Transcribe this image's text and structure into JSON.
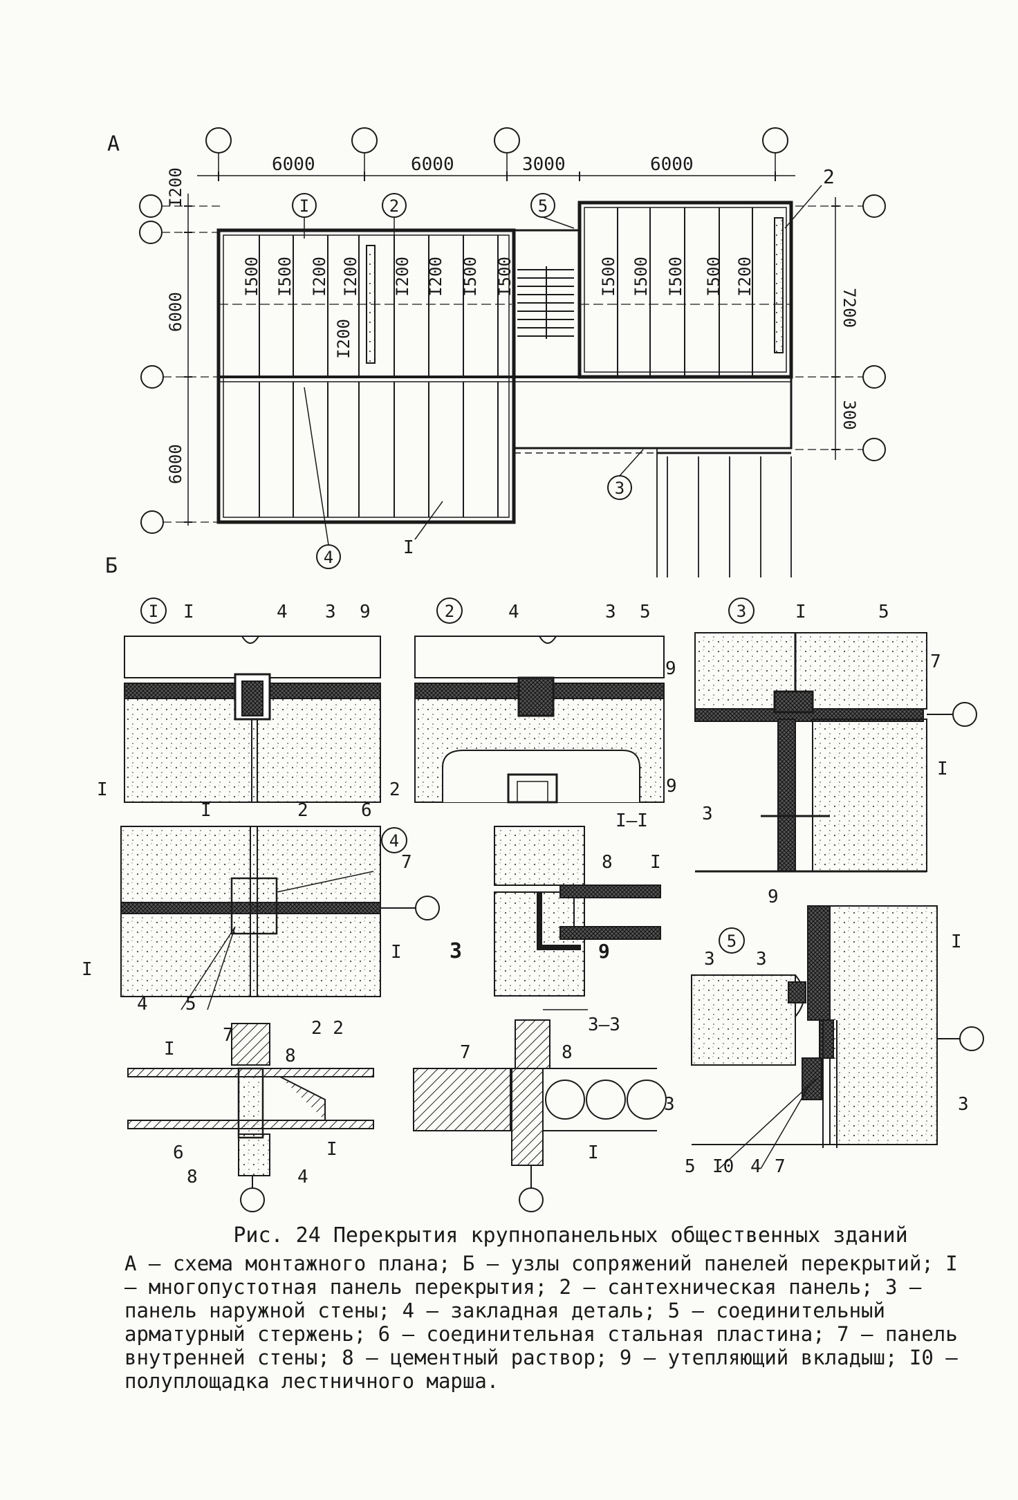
{
  "figure": {
    "title": "Рис. 24 Перекрытия крупнопанельных общественных зданий",
    "legend": "А – схема монтажного плана; Б – узлы сопряжений панелей перекрытий; I – многопустотная панель перекрытия; 2 – сантехническая панель; 3 – панель наружной стены; 4 – закладная деталь; 5 – соединительный арматурный стержень; 6 – соединительная стальная пластина; 7 – панель внутренней стены; 8 – цементный раствор; 9 – утепляющий вкладыш; I0 – полуплощадка лестничного марша."
  },
  "plan": {
    "label": "А",
    "dims_top": [
      "6000",
      "6000",
      "3000",
      "6000"
    ],
    "dims_left": [
      "I200",
      "6000",
      "6000"
    ],
    "dims_right": [
      "7200",
      "300"
    ],
    "panel_widths_left": [
      "I500",
      "I500",
      "I200",
      "I200",
      "I200",
      "I200",
      "I500",
      "I500"
    ],
    "panel_widths_right": [
      "I500",
      "I500",
      "I500",
      "I500",
      "I200"
    ],
    "panel_width_extra": "I200",
    "callouts": [
      "I",
      "2",
      "5",
      "3",
      "4",
      "2",
      "I"
    ]
  },
  "details": {
    "label": "Б",
    "node_1": {
      "id": "I",
      "section": "I",
      "parts": [
        "4",
        "3",
        "9",
        "I"
      ]
    },
    "node_2": {
      "id": "2",
      "parts": [
        "4",
        "3",
        "5",
        "9",
        "2"
      ],
      "section": "I–I"
    },
    "node_3": {
      "id": "3",
      "parts": [
        "I",
        "5",
        "7",
        "9",
        "3",
        "I"
      ]
    },
    "node_4": {
      "id": "4",
      "parts": [
        "6",
        "7",
        "I",
        "I",
        "4",
        "5"
      ],
      "section_marks": [
        "I",
        "2",
        "2"
      ]
    },
    "section_i": {
      "parts": [
        "8",
        "I",
        "3",
        "9"
      ]
    },
    "node_5": {
      "id": "5",
      "parts": [
        "9",
        "3",
        "3",
        "I",
        "5",
        "I0",
        "4",
        "7"
      ],
      "section_mark": "3"
    },
    "section_22": {
      "title": "2 2",
      "parts": [
        "7",
        "I",
        "8",
        "6",
        "8",
        "4",
        "I"
      ]
    },
    "section_33": {
      "title": "3–3",
      "parts": [
        "7",
        "8",
        "I"
      ]
    }
  }
}
